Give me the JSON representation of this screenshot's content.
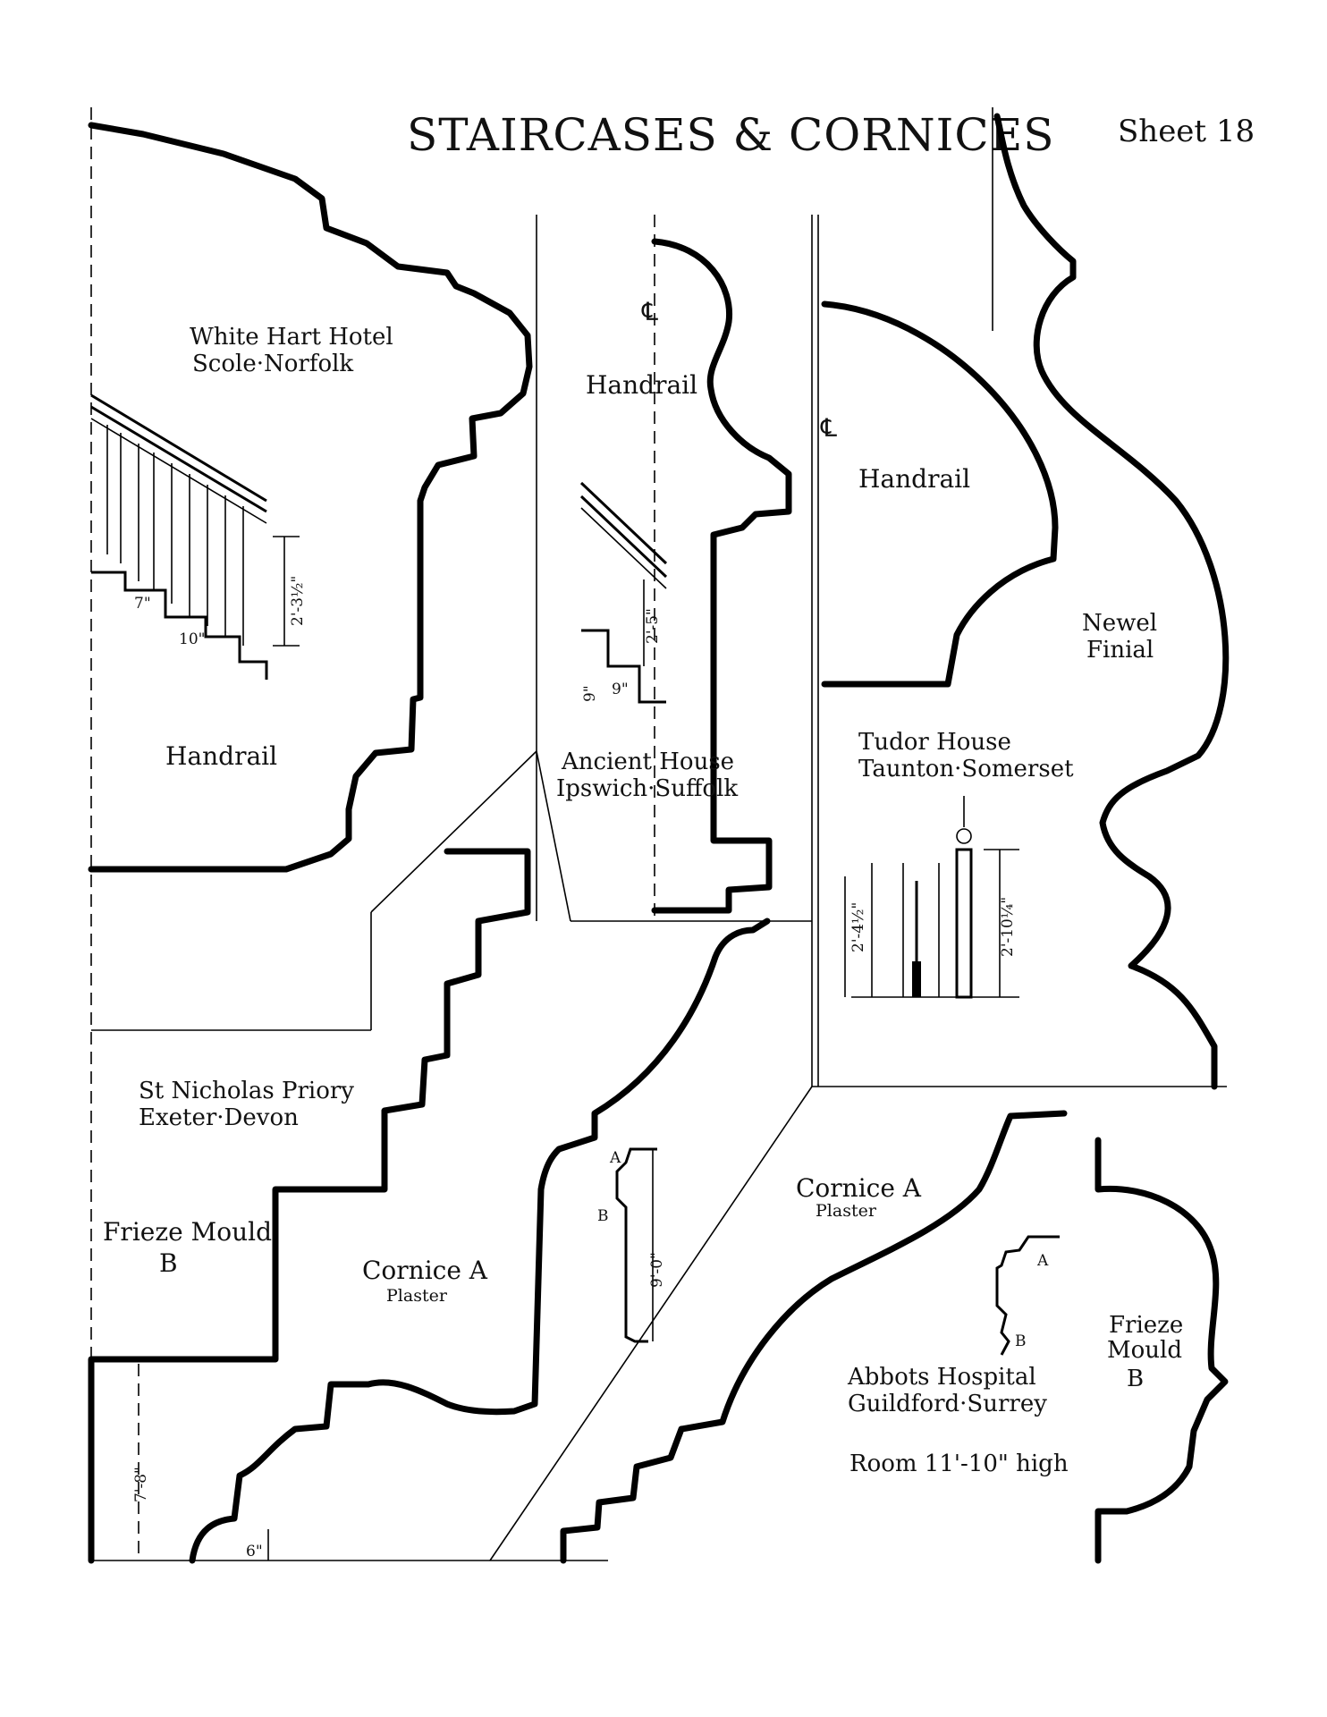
{
  "title": "STAIRCASES & CORNICES",
  "sheet": "Sheet 18",
  "sections": {
    "white_hart": {
      "name": "White Hart Hotel",
      "place": "Scole·Norfolk",
      "profile": "Handrail",
      "dims": [
        "2'-3½\"",
        "7\"",
        "10\""
      ]
    },
    "ancient_house": {
      "profile": "Handrail",
      "name": "Ancient House",
      "place": "Ipswich·Suffolk",
      "centre_mark": "℄",
      "dims": [
        "2'-5\"",
        "9\"",
        "9\""
      ]
    },
    "tudor_house": {
      "profile": "Handrail",
      "name": "Tudor House",
      "place": "Taunton·Somerset",
      "finial_line1": "Newel",
      "finial_line2": "Finial",
      "centre_mark": "℄",
      "dims": [
        "2'-4½\"",
        "2'-10¼\""
      ]
    },
    "st_nicholas": {
      "name": "St Nicholas Priory",
      "place": "Exeter·Devon",
      "frieze_line1": "Frieze Mould",
      "frieze_line2": "B",
      "cornice": "Cornice A",
      "material": "Plaster",
      "dims": [
        "7'-8\"",
        "6\"",
        "9'-0\""
      ],
      "key_a": "A",
      "key_b": "B"
    },
    "abbots_hospital": {
      "cornice": "Cornice A",
      "material": "Plaster",
      "name": "Abbots Hospital",
      "place": "Guildford·Surrey",
      "room": "Room 11'-10\" high",
      "frieze_line1": "Frieze",
      "frieze_line2": "Mould",
      "frieze_line3": "B",
      "key_a": "A",
      "key_b": "B"
    }
  }
}
